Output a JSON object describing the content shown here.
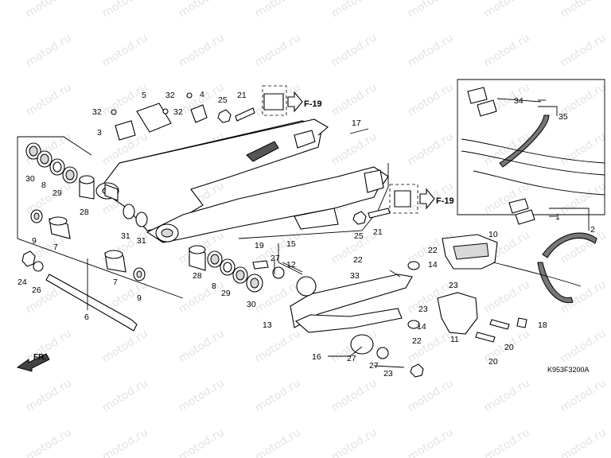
{
  "watermark": "motod.ru",
  "diagram_code": "K953F3200A",
  "front_label": "FR.",
  "refs": [
    {
      "id": "ref-f19-top",
      "text": "F-19"
    },
    {
      "id": "ref-f19-mid",
      "text": "F-19"
    }
  ],
  "callouts": [
    {
      "id": "c1",
      "text": "1"
    },
    {
      "id": "c2",
      "text": "2"
    },
    {
      "id": "c3",
      "text": "3"
    },
    {
      "id": "c4",
      "text": "4"
    },
    {
      "id": "c5",
      "text": "5"
    },
    {
      "id": "c6",
      "text": "6"
    },
    {
      "id": "c7a",
      "text": "7"
    },
    {
      "id": "c7b",
      "text": "7"
    },
    {
      "id": "c8a",
      "text": "8"
    },
    {
      "id": "c8b",
      "text": "8"
    },
    {
      "id": "c9a",
      "text": "9"
    },
    {
      "id": "c9b",
      "text": "9"
    },
    {
      "id": "c10",
      "text": "10"
    },
    {
      "id": "c11",
      "text": "11"
    },
    {
      "id": "c12",
      "text": "12"
    },
    {
      "id": "c13",
      "text": "13"
    },
    {
      "id": "c14a",
      "text": "14"
    },
    {
      "id": "c14b",
      "text": "14"
    },
    {
      "id": "c15",
      "text": "15"
    },
    {
      "id": "c16",
      "text": "16"
    },
    {
      "id": "c17",
      "text": "17"
    },
    {
      "id": "c18",
      "text": "18"
    },
    {
      "id": "c19",
      "text": "19"
    },
    {
      "id": "c20a",
      "text": "20"
    },
    {
      "id": "c20b",
      "text": "20"
    },
    {
      "id": "c21a",
      "text": "21"
    },
    {
      "id": "c21b",
      "text": "21"
    },
    {
      "id": "c22a",
      "text": "22"
    },
    {
      "id": "c22b",
      "text": "22"
    },
    {
      "id": "c22c",
      "text": "22"
    },
    {
      "id": "c23a",
      "text": "23"
    },
    {
      "id": "c23b",
      "text": "23"
    },
    {
      "id": "c23c",
      "text": "23"
    },
    {
      "id": "c24",
      "text": "24"
    },
    {
      "id": "c25a",
      "text": "25"
    },
    {
      "id": "c25b",
      "text": "25"
    },
    {
      "id": "c26",
      "text": "26"
    },
    {
      "id": "c27a",
      "text": "27"
    },
    {
      "id": "c27b",
      "text": "27"
    },
    {
      "id": "c27c",
      "text": "27"
    },
    {
      "id": "c28a",
      "text": "28"
    },
    {
      "id": "c28b",
      "text": "28"
    },
    {
      "id": "c29a",
      "text": "29"
    },
    {
      "id": "c29b",
      "text": "29"
    },
    {
      "id": "c30a",
      "text": "30"
    },
    {
      "id": "c30b",
      "text": "30"
    },
    {
      "id": "c31a",
      "text": "31"
    },
    {
      "id": "c31b",
      "text": "31"
    },
    {
      "id": "c32a",
      "text": "32"
    },
    {
      "id": "c32b",
      "text": "32"
    },
    {
      "id": "c32c",
      "text": "32"
    },
    {
      "id": "c33",
      "text": "33"
    },
    {
      "id": "c34",
      "text": "34"
    },
    {
      "id": "c35",
      "text": "35"
    }
  ]
}
